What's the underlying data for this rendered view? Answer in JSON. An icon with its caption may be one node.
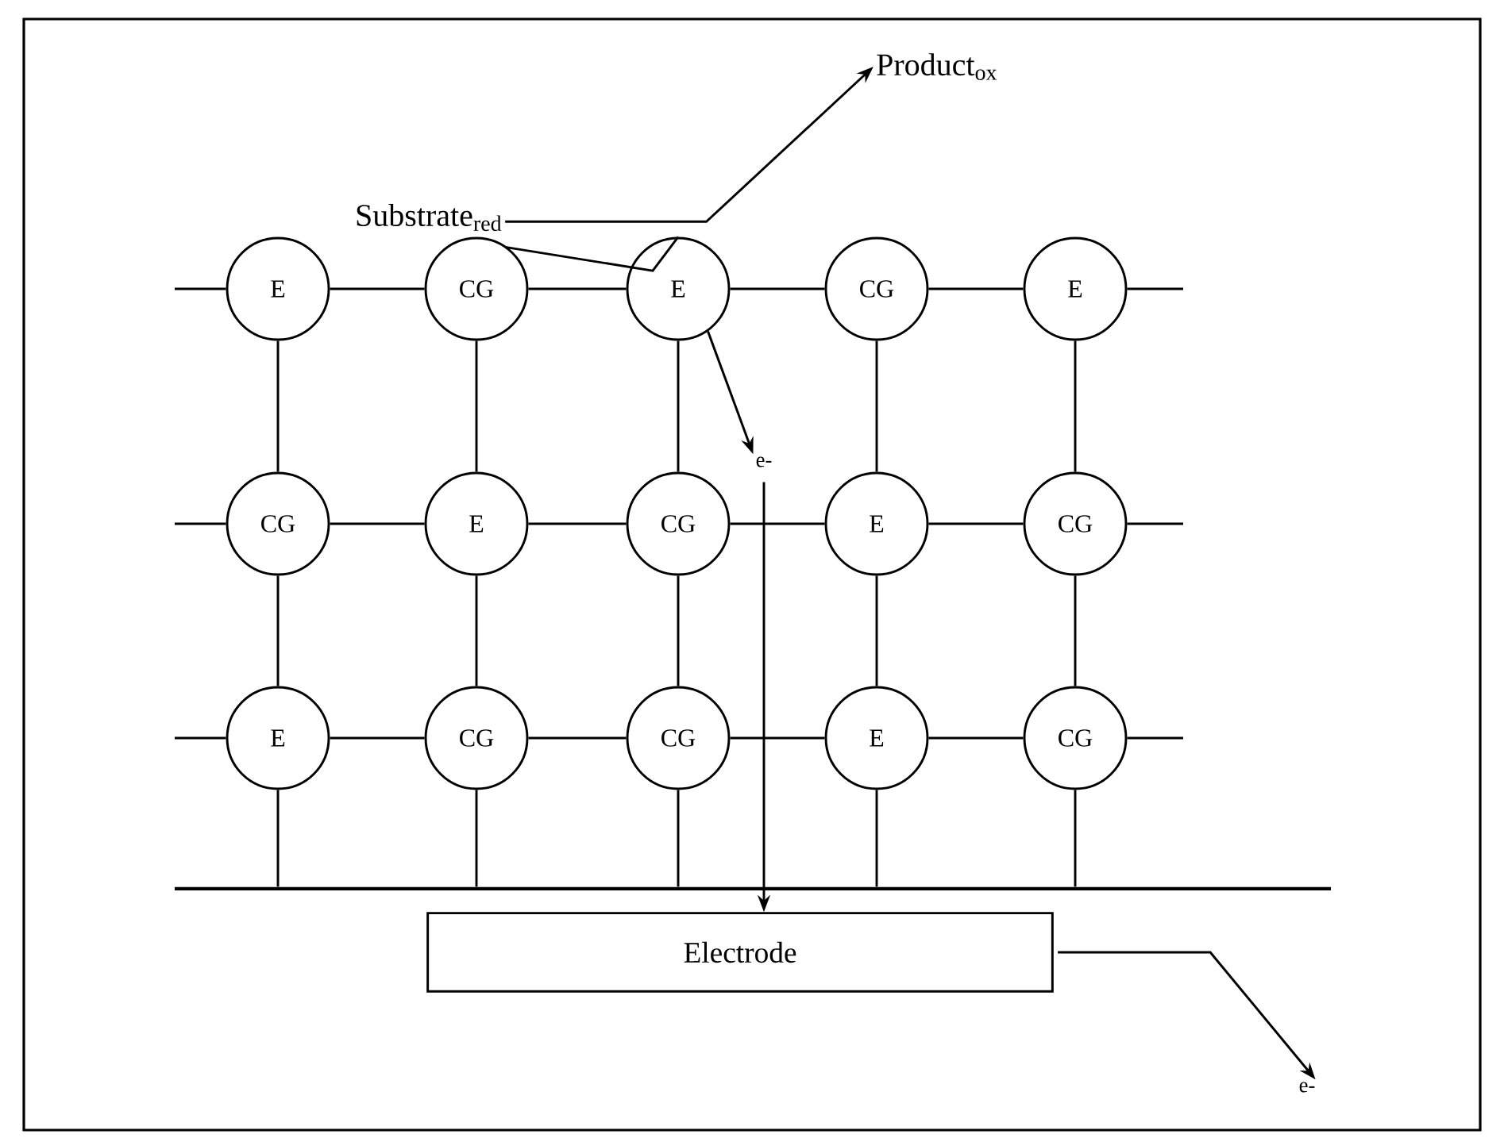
{
  "diagram": {
    "nodes": [
      {
        "text": [
          "E"
        ]
      },
      {
        "text": [
          "CG"
        ]
      },
      {
        "text": [
          "E"
        ]
      },
      {
        "text": [
          "CG"
        ]
      },
      {
        "text": [
          "E"
        ]
      },
      {
        "text": [
          "CG"
        ]
      },
      {
        "text": [
          "E"
        ]
      },
      {
        "text": [
          "CG"
        ]
      },
      {
        "text": [
          "E"
        ]
      },
      {
        "text": [
          "CG"
        ]
      },
      {
        "text": [
          "E"
        ]
      },
      {
        "text": [
          "CG"
        ]
      },
      {
        "text": [
          "CG"
        ]
      },
      {
        "text": [
          "E"
        ]
      },
      {
        "text": [
          "CG"
        ]
      },
      {
        "text": [
          "Substrate$_{red}$"
        ]
      },
      {
        "text": [
          "Product$_{ox}$"
        ]
      },
      {
        "text": [
          "e-"
        ]
      },
      {
        "text": [
          "Electrode"
        ]
      },
      {
        "text": [
          "e-"
        ]
      },
      {
        "text": [],
        "shape": "bar"
      }
    ],
    "edges": [
      {
        "from": 0,
        "to": 1,
        "arrow": "none"
      },
      {
        "from": 1,
        "to": 2,
        "arrow": "none"
      },
      {
        "from": 2,
        "to": 3,
        "arrow": "none"
      },
      {
        "from": 3,
        "to": 4,
        "arrow": "none"
      },
      {
        "from": 5,
        "to": 6,
        "arrow": "none"
      },
      {
        "from": 6,
        "to": 7,
        "arrow": "none"
      },
      {
        "from": 7,
        "to": 8,
        "arrow": "none"
      },
      {
        "from": 8,
        "to": 9,
        "arrow": "none"
      },
      {
        "from": 10,
        "to": 11,
        "arrow": "none"
      },
      {
        "from": 11,
        "to": 12,
        "arrow": "none"
      },
      {
        "from": 12,
        "to": 13,
        "arrow": "none"
      },
      {
        "from": 13,
        "to": 14,
        "arrow": "none"
      },
      {
        "from": 0,
        "to": 5,
        "arrow": "none"
      },
      {
        "from": 1,
        "to": 6,
        "arrow": "none"
      },
      {
        "from": 2,
        "to": 7,
        "arrow": "none"
      },
      {
        "from": 3,
        "to": 8,
        "arrow": "none"
      },
      {
        "from": 4,
        "to": 9,
        "arrow": "none"
      },
      {
        "from": 5,
        "to": 10,
        "arrow": "none"
      },
      {
        "from": 6,
        "to": 11,
        "arrow": "none"
      },
      {
        "from": 7,
        "to": 12,
        "arrow": "none"
      },
      {
        "from": 8,
        "to": 13,
        "arrow": "none"
      },
      {
        "from": 9,
        "to": 14,
        "arrow": "none"
      },
      {
        "from": 10,
        "to": 20,
        "arrow": "none"
      },
      {
        "from": 11,
        "to": 20,
        "arrow": "none"
      },
      {
        "from": 12,
        "to": 20,
        "arrow": "none"
      },
      {
        "from": 13,
        "to": 20,
        "arrow": "none"
      },
      {
        "from": 14,
        "to": 20,
        "arrow": "none"
      },
      {
        "from": null,
        "to": 0,
        "arrow": "none"
      },
      {
        "from": 4,
        "to": null,
        "arrow": "none"
      },
      {
        "from": null,
        "to": 5,
        "arrow": "none"
      },
      {
        "from": 9,
        "to": null,
        "arrow": "none"
      },
      {
        "from": null,
        "to": 10,
        "arrow": "none"
      },
      {
        "from": 14,
        "to": null,
        "arrow": "none"
      },
      {
        "from": 15,
        "to": 16,
        "arrow": "to"
      },
      {
        "from": 15,
        "to": 2,
        "arrow": "none"
      },
      {
        "from": 2,
        "to": 17,
        "arrow": "to"
      },
      {
        "from": 17,
        "to": 18,
        "arrow": "to"
      },
      {
        "from": 18,
        "to": 19,
        "arrow": "to"
      }
    ]
  }
}
